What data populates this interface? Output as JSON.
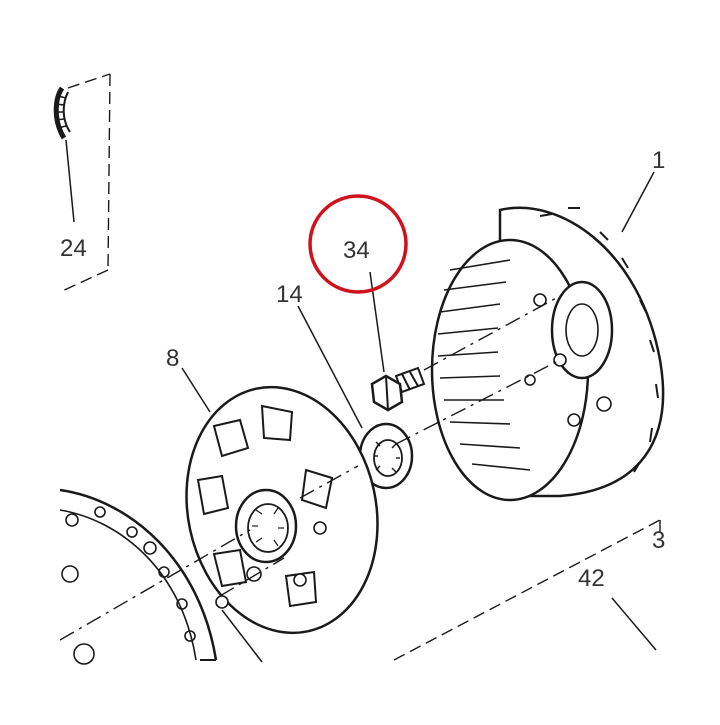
{
  "callouts": {
    "part_24": "24",
    "part_34": "34",
    "part_14": "14",
    "part_8": "8",
    "part_1": "1",
    "part_42": "42",
    "part_3": "3"
  },
  "highlight": {
    "target_part": "34",
    "color": "#d0121c"
  },
  "colors": {
    "line": "#1a1a1a",
    "label": "#333333",
    "background": "#ffffff"
  }
}
